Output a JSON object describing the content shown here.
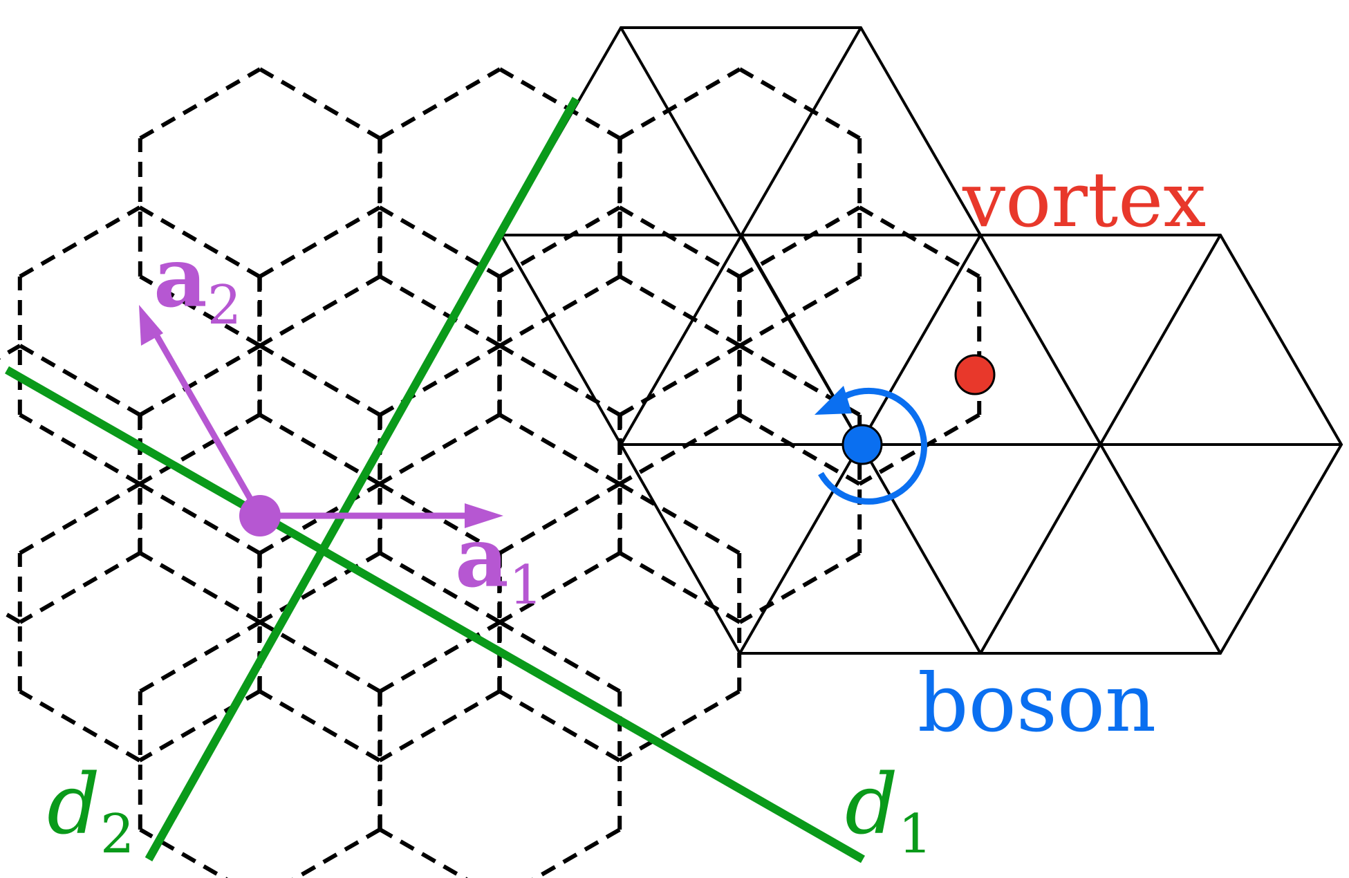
{
  "colors": {
    "lattice": "#000000",
    "diagonal_lines": "#0a9a1a",
    "lattice_vectors": "#b657d2",
    "vortex": "#e8382b",
    "boson": "#0a6ff0"
  },
  "labels": {
    "vortex": "vortex",
    "boson": "boson",
    "a1": {
      "main": "a",
      "sub": "1"
    },
    "a2": {
      "main": "a",
      "sub": "2"
    },
    "d1": {
      "main": "d",
      "sub": "1"
    },
    "d2": {
      "main": "d",
      "sub": "2"
    }
  },
  "icons": {
    "vortex_marker": "filled-circle",
    "boson_marker": "filled-circle",
    "rotation_arrow": "counterclockwise-circular-arrow"
  }
}
